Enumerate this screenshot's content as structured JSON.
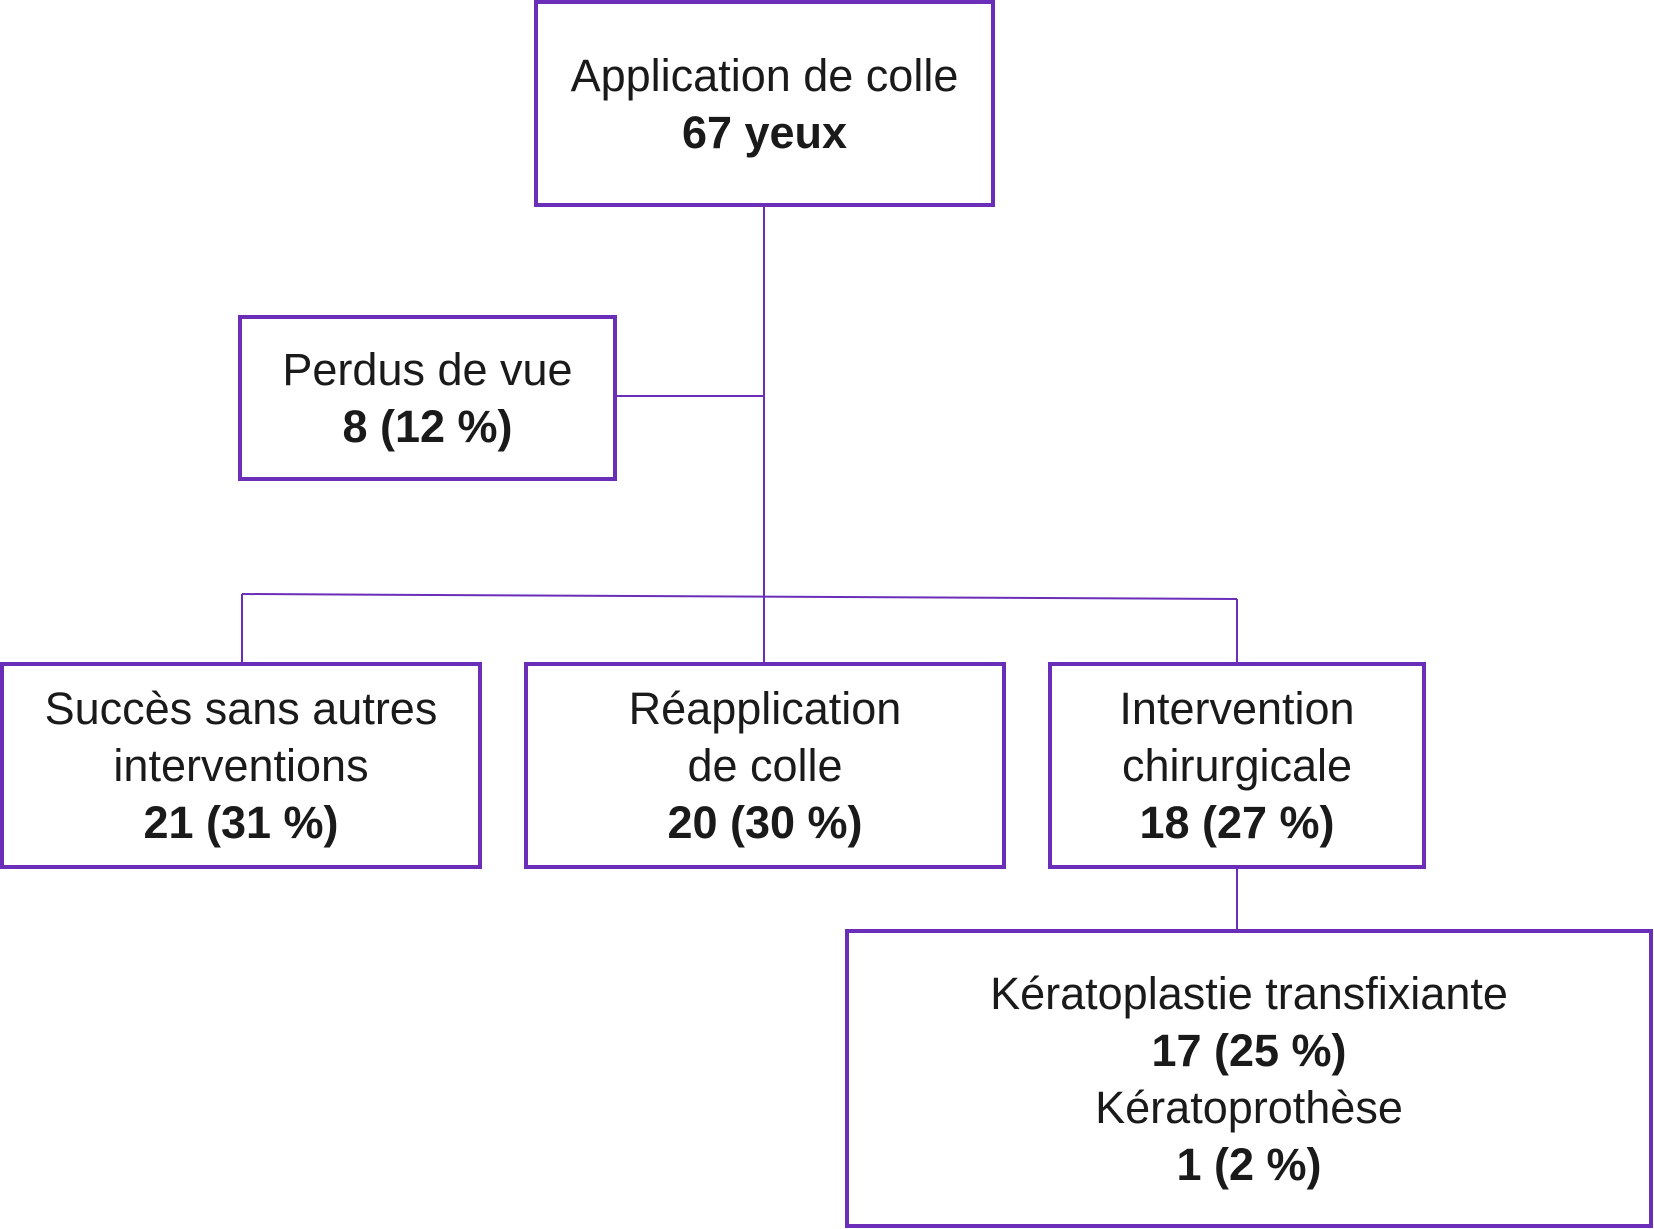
{
  "colors": {
    "border": "#6a2eb8",
    "connector": "#6a2eb8",
    "text": "#1a1a1a"
  },
  "nodes": {
    "root": {
      "label": "Application de colle",
      "value": "67 yeux"
    },
    "lost": {
      "label": "Perdus de vue",
      "value": "8 (12 %)"
    },
    "success": {
      "label_line1": "Succès sans autres",
      "label_line2": "interventions",
      "value": "21 (31 %)"
    },
    "reapplication": {
      "label_line1": "Réapplication",
      "label_line2": "de colle",
      "value": "20 (30 %)"
    },
    "surgery": {
      "label_line1": "Intervention",
      "label_line2": "chirurgicale",
      "value": "18 (27 %)"
    },
    "surgery_detail": {
      "label1": "Kératoplastie transfixiante",
      "value1": "17 (25 %)",
      "label2": "Kératoprothèse",
      "value2": "1 (2 %)"
    }
  }
}
